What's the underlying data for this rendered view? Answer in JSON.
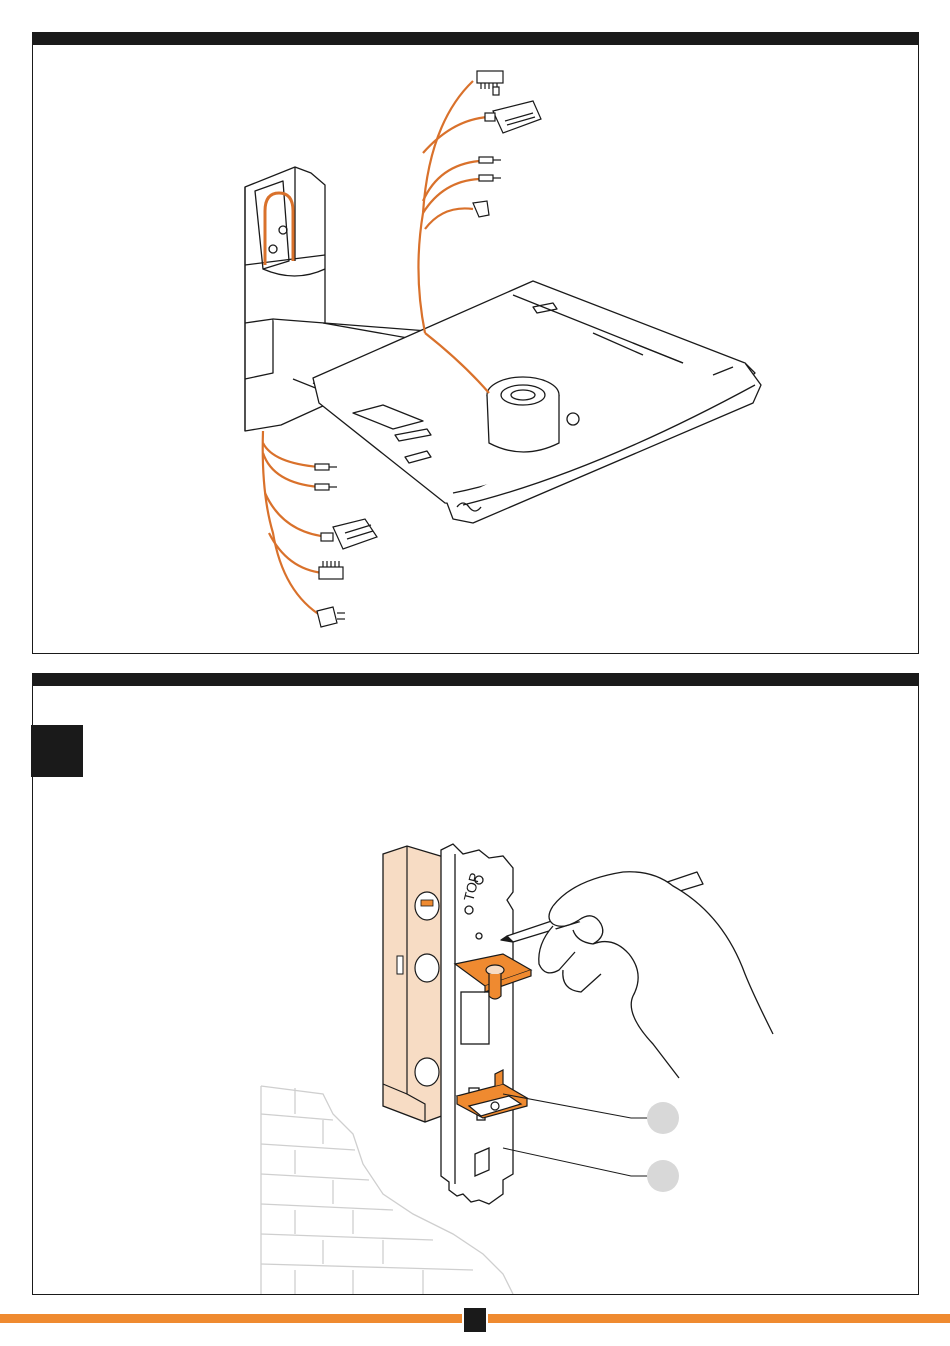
{
  "panel2": {
    "plate_text": "TOP"
  },
  "colors": {
    "accent": "#ef8a30",
    "cable": "#d9712b",
    "wood": "#f7dcc4",
    "frame": "#1a1a1a",
    "callout": "#d8d8d8"
  },
  "icons": [
    "mount-bracket-illustration",
    "cable-connector-icon",
    "level-tool-illustration",
    "wall-plate-illustration",
    "pencil-hand-illustration",
    "brick-wall-illustration"
  ]
}
